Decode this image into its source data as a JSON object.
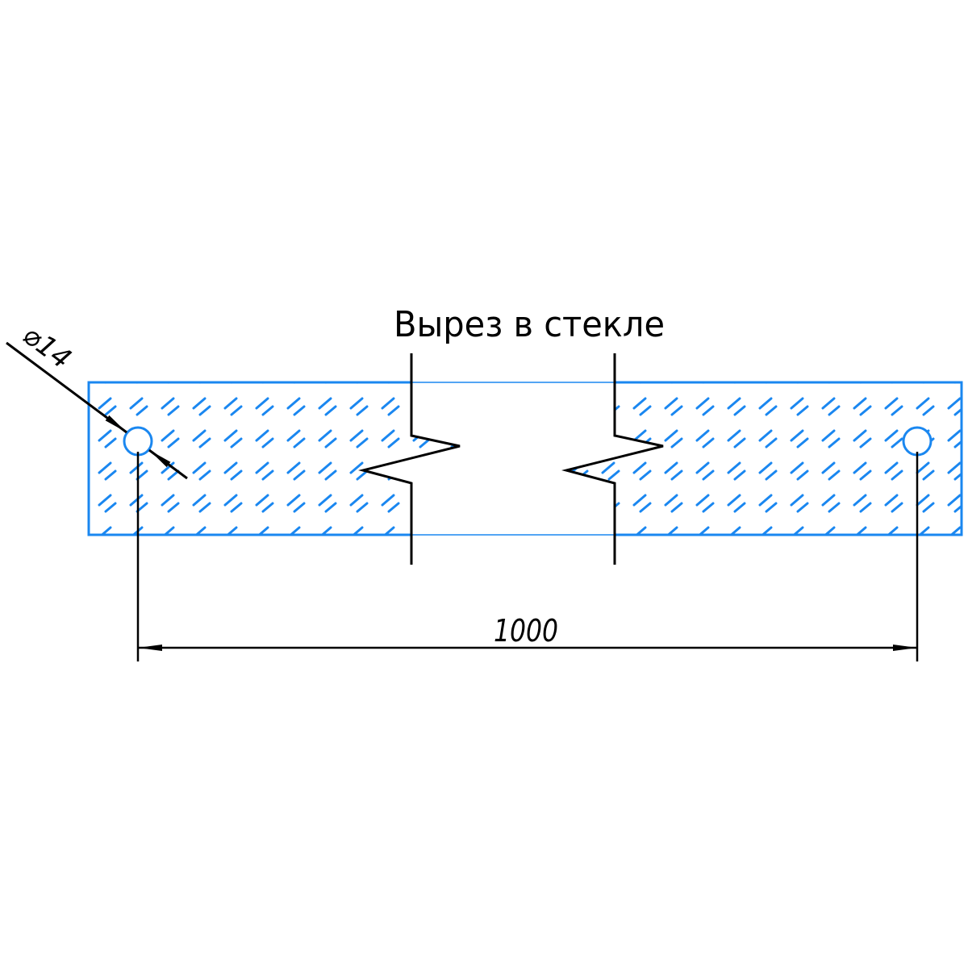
{
  "drawing": {
    "cutout_label": "Вырез в стекле",
    "hole_diameter_label": "⌀14",
    "length_dimension_label": "1000",
    "colors": {
      "glass_outline": "#1a87f0",
      "hatch": "#1a87f0",
      "lines": "#000000",
      "background": "#ffffff"
    }
  }
}
